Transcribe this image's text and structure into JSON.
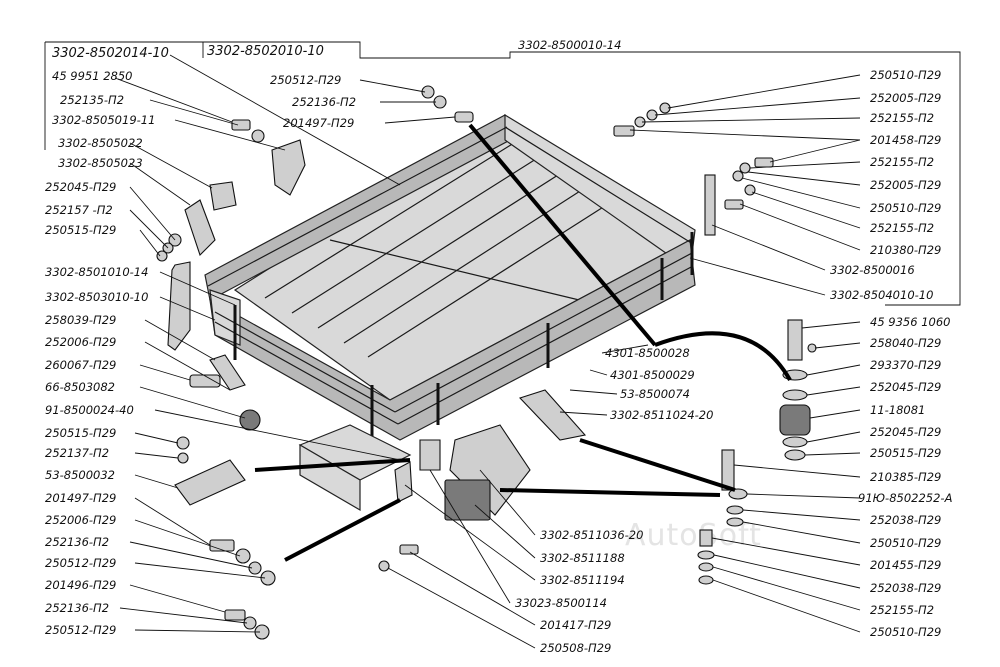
{
  "watermark": "AutoSoft",
  "labels": {
    "l_3302_8502014_10": "3302-8502014-10",
    "l_3302_8502010_10": "3302-8502010-10",
    "l_3302_8500010_14": "3302-8500010-14",
    "l_45_9951_2850": "45 9951 2850",
    "l_252135_p2": "252135-П2",
    "l_3302_8505019_11": "3302-8505019-11",
    "l_3302_8505022": "3302-8505022",
    "l_3302_8505023": "3302-8505023",
    "l_252045_p29_a": "252045-П29",
    "l_252157_p2": "252157 -П2",
    "l_250515_p29_a": "250515-П29",
    "l_3302_8501010_14": "3302-8501010-14",
    "l_3302_8503010_10": "3302-8503010-10",
    "l_258039_p29": "258039-П29",
    "l_252006_p29_a": "252006-П29",
    "l_260067_p29": "260067-П29",
    "l_66_8503082": "66-8503082",
    "l_91_8500024_40": "91-8500024-40",
    "l_250515_p29_b": "250515-П29",
    "l_252137_p2": "252137-П2",
    "l_53_8500032": "53-8500032",
    "l_201497_p29_a": "201497-П29",
    "l_252006_p29_b": "252006-П29",
    "l_252136_p2_a": "252136-П2",
    "l_250512_p29_a": "250512-П29",
    "l_201496_p29": "201496-П29",
    "l_252136_p2_b": "252136-П2",
    "l_250512_p29_b": "250512-П29",
    "l_250512_p29_top": "250512-П29",
    "l_252136_p2_top": "252136-П2",
    "l_201497_p29_top": "201497-П29",
    "l_250510_p29_a": "250510-П29",
    "l_252005_p29_a": "252005-П29",
    "l_252155_p2_a": "252155-П2",
    "l_201458_p29": "201458-П29",
    "l_252155_p2_b": "252155-П2",
    "l_252005_p29_b": "252005-П29",
    "l_250510_p29_b": "250510-П29",
    "l_252155_p2_c": "252155-П2",
    "l_210380_p29": "210380-П29",
    "l_3302_8500016": "3302-8500016",
    "l_3302_8504010_10": "3302-8504010-10",
    "l_45_9356_1060": "45 9356 1060",
    "l_258040_p29": "258040-П29",
    "l_293370_p29": "293370-П29",
    "l_252045_p29_b": "252045-П29",
    "l_11_18081": "11-18081",
    "l_252045_p29_c": "252045-П29",
    "l_250515_p29_c": "250515-П29",
    "l_4301_8500028": "4301-8500028",
    "l_4301_8500029": "4301-8500029",
    "l_53_8500074": "53-8500074",
    "l_3302_8511024_20": "3302-8511024-20",
    "l_210385_p29": "210385-П29",
    "l_91u_8502252_a": "91Ю-8502252-А",
    "l_252038_p29_a": "252038-П29",
    "l_250510_p29_c": "250510-П29",
    "l_201455_p29": "201455-П29",
    "l_252038_p29_b": "252038-П29",
    "l_252155_p2_d": "252155-П2",
    "l_250510_p29_d": "250510-П29",
    "l_3302_8511036_20": "3302-8511036-20",
    "l_3302_8511188": "3302-8511188",
    "l_3302_8511194": "3302-8511194",
    "l_33023_8500114": "33023-8500114",
    "l_201417_p29": "201417-П29",
    "l_250508_p29": "250508-П29"
  }
}
